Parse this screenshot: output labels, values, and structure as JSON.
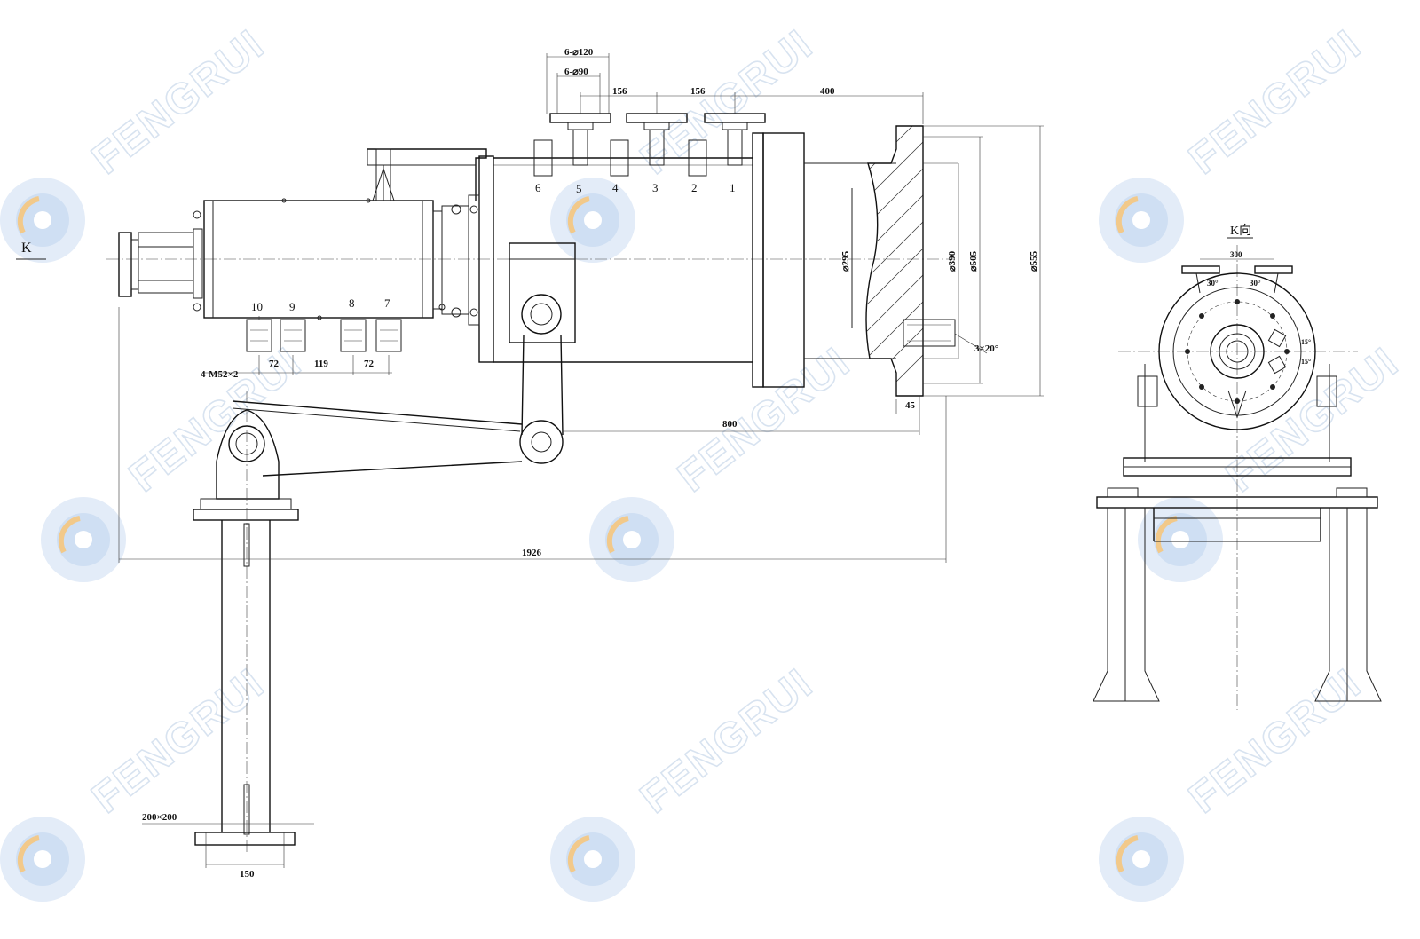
{
  "watermark": {
    "brand": "FENGRUI",
    "logo_icon": "fengrui-logo-icon",
    "color": "#b9cde4"
  },
  "main_view": {
    "view_marker": "K",
    "upper_ports": [
      {
        "label": "6",
        "role": "port-number"
      },
      {
        "label": "5",
        "role": "port-number"
      },
      {
        "label": "4",
        "role": "port-number"
      },
      {
        "label": "3",
        "role": "port-number"
      },
      {
        "label": "2",
        "role": "port-number"
      },
      {
        "label": "1",
        "role": "port-number"
      }
    ],
    "lower_ports": [
      {
        "label": "10"
      },
      {
        "label": "9"
      },
      {
        "label": "8"
      },
      {
        "label": "7"
      }
    ],
    "dimensions": {
      "flange_outer": "6-⌀120",
      "flange_inner": "6-⌀90",
      "pitch_a": "156",
      "pitch_b": "156",
      "to_end": "400",
      "dia_295": "⌀295",
      "dia_390": "⌀390",
      "dia_505": "⌀505",
      "dia_555": "⌀555",
      "thread": "3×20°",
      "flange_thk": "45",
      "arm_length": "800",
      "overall_length": "1926",
      "bolts": "4-M52×2",
      "lower_pitch_a": "72",
      "lower_pitch_b": "119",
      "lower_pitch_c": "72",
      "post_section": "200×200",
      "base_width": "150"
    }
  },
  "side_view": {
    "title": "K向",
    "top_dim": "300",
    "angle_left": "30°",
    "angle_right": "30°",
    "angle_small_a": "15°",
    "angle_small_b": "15°"
  }
}
